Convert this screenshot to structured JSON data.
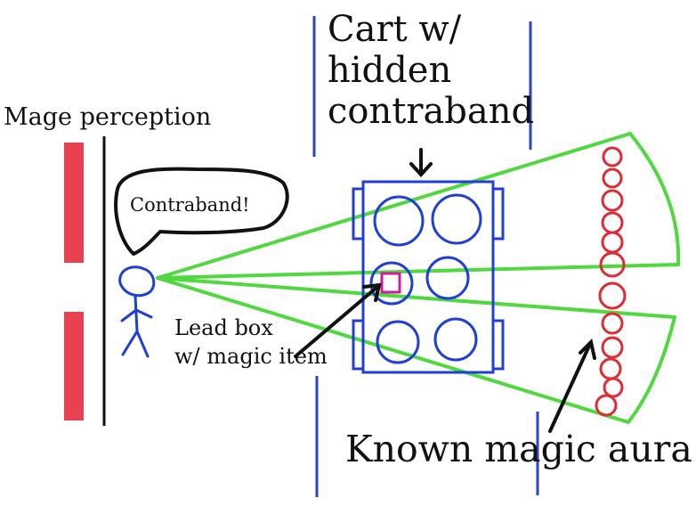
{
  "labels": {
    "mage_perception": "Mage perception",
    "cart_line1": "Cart w/",
    "cart_line2": "hidden",
    "cart_line3": "contraband",
    "speech": "Contraband!",
    "lead_line1": "Lead box",
    "lead_line2": "w/ magic item",
    "aura": "Known magic aura"
  },
  "colors": {
    "wall": "#e8414f",
    "line": "#111111",
    "cart": "#1f3fd6",
    "vision": "#4fd93f",
    "aura": "#e02a34",
    "lead_box": "#d11a9e",
    "divider": "#2a43c8"
  }
}
